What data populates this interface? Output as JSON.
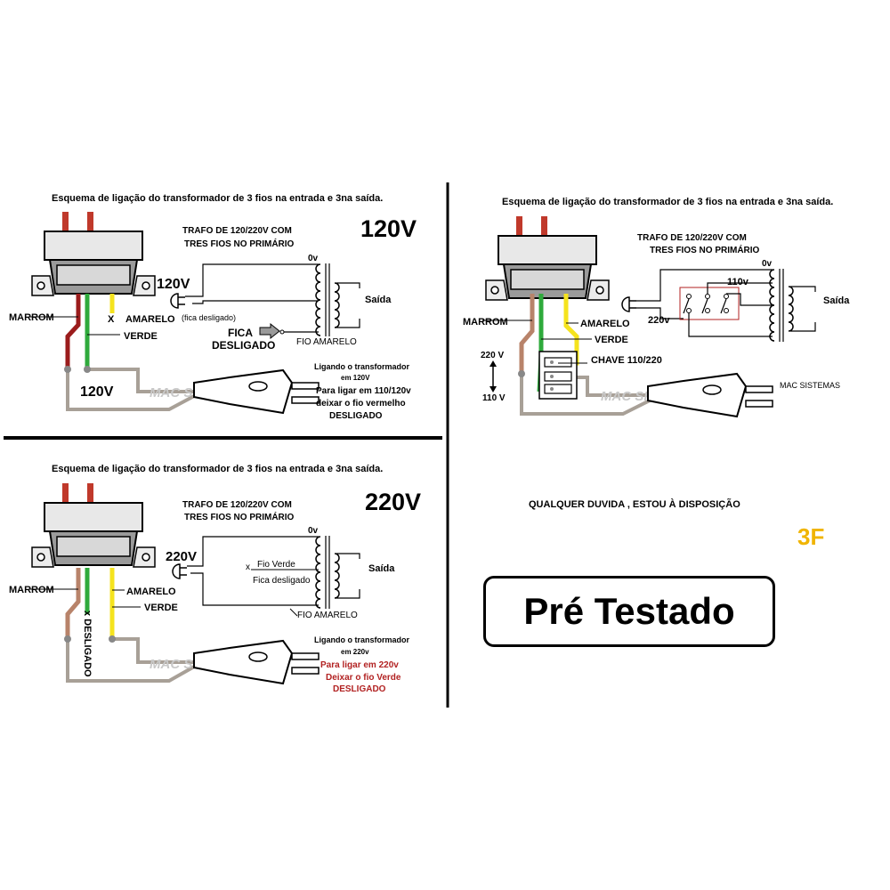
{
  "colors": {
    "brown": "#b8836a",
    "darkred": "#9b1c1c",
    "green": "#2faa3c",
    "yellow": "#f5e31e",
    "gray": "#a8a097",
    "red_text": "#b22222",
    "gold": "#f0b400"
  },
  "panel_120": {
    "header": "Esquema de ligação do transformador de 3 fios na entrada  e 3na saída.",
    "voltage_title": "120V",
    "trafo_line1": "TRAFO DE  120/220V COM",
    "trafo_line2": "TRES  FIOS NO PRIMÁRIO",
    "zero_v": "0v",
    "input_label": "120V",
    "saida": "Saída",
    "marrom": "MARROM",
    "amarelo": "AMARELO",
    "fica_desligado_note": "(fica desligado)",
    "verde": "VERDE",
    "x_mark": "X",
    "fica": "FICA",
    "desligado": "DESLIGADO",
    "fio_amarelo": "FIO AMARELO",
    "bottom_voltage": "120V",
    "watermark": "MAC SISTEMAS",
    "note_line1": "Ligando o transformador",
    "note_line2": "em 120V",
    "note_line3": "Para ligar em 110/120v",
    "note_line4": "deixar o fio vermelho",
    "note_line5": "DESLIGADO"
  },
  "panel_220": {
    "header": "Esquema de ligação do transformador de 3 fios na entrada  e 3na saída.",
    "voltage_title": "220V",
    "trafo_line1": "TRAFO DE  120/220V COM",
    "trafo_line2": "TRES  FIOS NO PRIMÁRIO",
    "zero_v": "0v",
    "input_label": "220V",
    "saida": "Saída",
    "fio_verde": "Fio Verde",
    "fica_desligado": "Fica desligado",
    "x_mark": "x",
    "marrom": "MARROM",
    "amarelo": "AMARELO",
    "verde": "VERDE",
    "desligado_vertical": "x DESLIGADO",
    "fio_amarelo": "FIO AMARELO",
    "watermark": "MAC SISTEMAS",
    "note_line1": "Ligando o transformador",
    "note_line2": "em 220v",
    "note_line3": "Para ligar em 220v",
    "note_line4": "Deixar o fio Verde",
    "note_line5": "DESLIGADO"
  },
  "panel_switch": {
    "header": "Esquema de ligação do transformador de 3 fios na entrada  e 3na saída.",
    "trafo_line1": "TRAFO DE  120/220V COM",
    "trafo_line2": "TRES  FIOS NO PRIMÁRIO",
    "zero_v": "0v",
    "v110": "110v",
    "v220": "220v",
    "saida": "Saída",
    "marrom": "MARROM",
    "amarelo": "AMARELO",
    "verde": "VERDE",
    "chave": "CHAVE 110/220",
    "range_top": "220 V",
    "range_bottom": "110 V",
    "watermark": "MAC SISTEMAS",
    "mac_label": "MAC  SISTEMAS"
  },
  "footer": {
    "message": "QUALQUER DUVIDA , ESTOU À DISPOSIÇÃO",
    "tag": "3F",
    "badge": "Pré Testado"
  }
}
